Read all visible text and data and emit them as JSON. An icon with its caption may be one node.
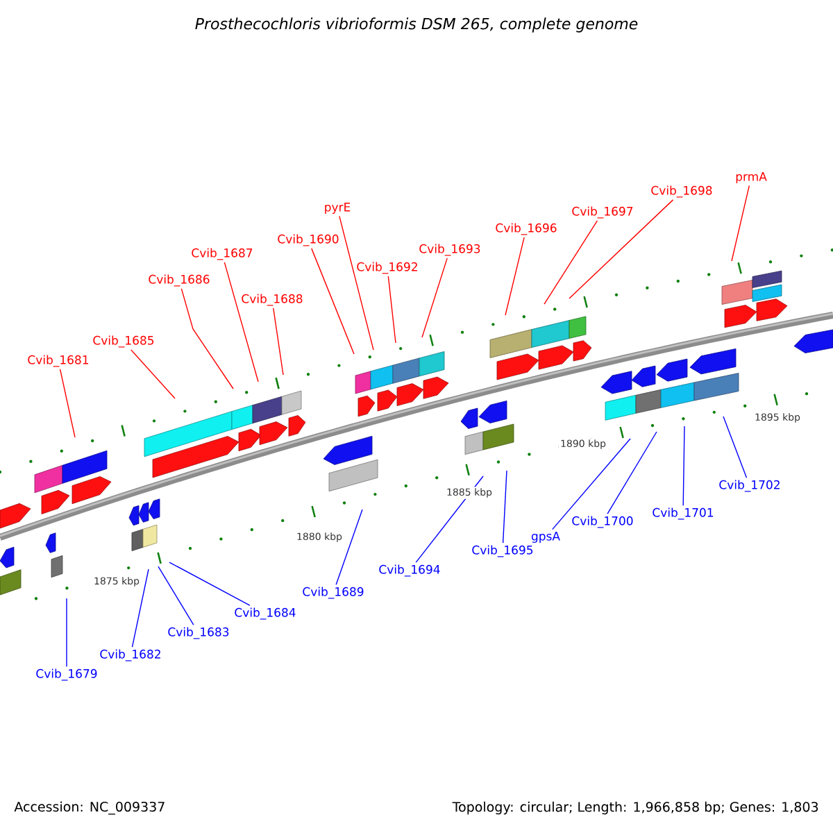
{
  "diagram": {
    "title": "*Prosthecochloris vibrioformis* DSM 265, complete genome",
    "nodes": [
      {
        "text": [
          "Cvib_1681"
        ]
      },
      {
        "text": [
          "Cvib_1685"
        ]
      },
      {
        "text": [
          "Cvib_1686"
        ]
      },
      {
        "text": [
          "Cvib_1687"
        ]
      },
      {
        "text": [
          "Cvib_1688"
        ]
      },
      {
        "text": [
          "pyrE"
        ]
      },
      {
        "text": [
          "Cvib_1690"
        ]
      },
      {
        "text": [
          "Cvib_1692"
        ]
      },
      {
        "text": [
          "Cvib_1693"
        ]
      },
      {
        "text": [
          "Cvib_1696"
        ]
      },
      {
        "text": [
          "Cvib_1697"
        ]
      },
      {
        "text": [
          "Cvib_1698"
        ]
      },
      {
        "text": [
          "prmA"
        ]
      },
      {
        "text": [
          "Cvib_1679"
        ]
      },
      {
        "text": [
          "Cvib_1682"
        ]
      },
      {
        "text": [
          "Cvib_1683"
        ]
      },
      {
        "text": [
          "Cvib_1684"
        ]
      },
      {
        "text": [
          "Cvib_1689"
        ]
      },
      {
        "text": [
          "Cvib_1694"
        ]
      },
      {
        "text": [
          "Cvib_1695"
        ]
      },
      {
        "text": [
          "gpsA"
        ]
      },
      {
        "text": [
          "Cvib_1700"
        ]
      },
      {
        "text": [
          "Cvib_1701"
        ]
      },
      {
        "text": [
          "Cvib_1702"
        ]
      }
    ],
    "edges": [
      {
        "from": 0,
        "to": null,
        "arrow": "none",
        "color": "#ff0000"
      },
      {
        "from": 1,
        "to": null,
        "arrow": "none",
        "color": "#ff0000"
      },
      {
        "from": 2,
        "to": null,
        "arrow": "none",
        "color": "#ff0000"
      },
      {
        "from": 3,
        "to": null,
        "arrow": "none",
        "color": "#ff0000"
      },
      {
        "from": 4,
        "to": null,
        "arrow": "none",
        "color": "#ff0000"
      },
      {
        "from": 5,
        "to": null,
        "arrow": "none",
        "color": "#ff0000"
      },
      {
        "from": 6,
        "to": null,
        "arrow": "none",
        "color": "#ff0000"
      },
      {
        "from": 7,
        "to": null,
        "arrow": "none",
        "color": "#ff0000"
      },
      {
        "from": 8,
        "to": null,
        "arrow": "none",
        "color": "#ff0000"
      },
      {
        "from": 9,
        "to": null,
        "arrow": "none",
        "color": "#ff0000"
      },
      {
        "from": 10,
        "to": null,
        "arrow": "none",
        "color": "#ff0000"
      },
      {
        "from": 11,
        "to": null,
        "arrow": "none",
        "color": "#ff0000"
      },
      {
        "from": 12,
        "to": null,
        "arrow": "none",
        "color": "#ff0000"
      },
      {
        "from": 13,
        "to": null,
        "arrow": "none",
        "color": "#0000ff"
      },
      {
        "from": 14,
        "to": null,
        "arrow": "none",
        "color": "#0000ff"
      },
      {
        "from": 15,
        "to": null,
        "arrow": "none",
        "color": "#0000ff"
      },
      {
        "from": 16,
        "to": null,
        "arrow": "none",
        "color": "#0000ff"
      },
      {
        "from": 17,
        "to": null,
        "arrow": "none",
        "color": "#0000ff"
      },
      {
        "from": 18,
        "to": null,
        "arrow": "none",
        "color": "#0000ff"
      },
      {
        "from": 19,
        "to": null,
        "arrow": "none",
        "color": "#0000ff"
      },
      {
        "from": 20,
        "to": null,
        "arrow": "none",
        "color": "#0000ff"
      },
      {
        "from": 21,
        "to": null,
        "arrow": "none",
        "color": "#0000ff"
      },
      {
        "from": 22,
        "to": null,
        "arrow": "none",
        "color": "#0000ff"
      },
      {
        "from": 23,
        "to": null,
        "arrow": "none",
        "color": "#0000ff"
      }
    ],
    "labels": [
      "1875 kbp",
      "1880 kbp",
      "1885 kbp",
      "1890 kbp",
      "1895 kbp",
      "Accession: NC_009337",
      "Topology: circular; Length: 1,966,858 bp; Genes: 1,803"
    ]
  }
}
